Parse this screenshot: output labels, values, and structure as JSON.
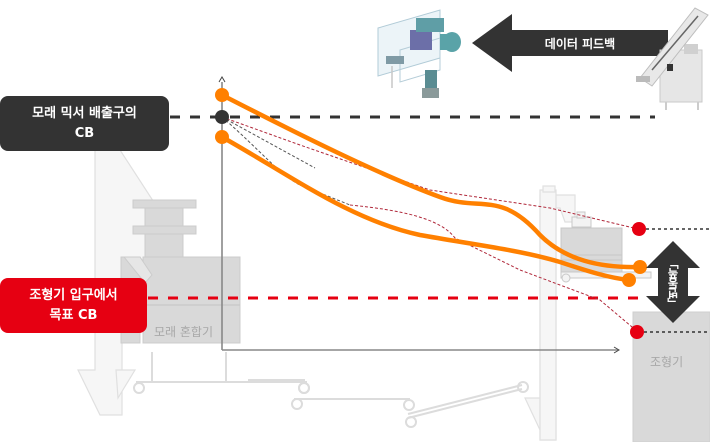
{
  "labels": {
    "sand_mixer_outlet_cb": [
      "모래 믹서 배출구의",
      "CB"
    ],
    "molding_inlet_target_cb": [
      "조형기 입구에서",
      "목표 CB"
    ],
    "data_feedback": "데이터 피드백",
    "variation_range": "「변동폭」",
    "sand_mixer": "모래 혼합기",
    "molding_machine": "조형기"
  },
  "icons": {
    "feedback_arrow": "left-arrow-icon",
    "range_arrow": "double-vertical-arrow-icon",
    "mixer_unit": "mixer-3d-model-icon",
    "sensor_unit": "sand-tester-machine-icon"
  },
  "colors": {
    "outlet_cb": "#333333",
    "target_cb": "#e60012",
    "measured_curve": "#ff8000",
    "machine_fill": "#d9d9d9",
    "machine_outline": "#f5f5f5",
    "axis": "#888888"
  }
}
